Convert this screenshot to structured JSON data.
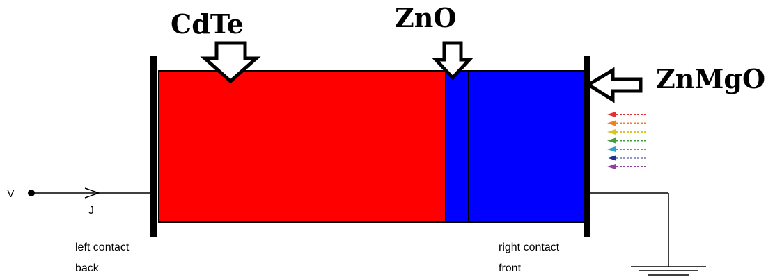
{
  "layers": [
    {
      "name": "CdTe",
      "color": "#ff0000"
    },
    {
      "name": "ZnO",
      "color": "#0000ff"
    },
    {
      "name": "ZnMgO",
      "color": "#0000ff"
    }
  ],
  "labels": {
    "cdte": "CdTe",
    "zno": "ZnO",
    "znmgo": "ZnMgO",
    "voltage": "V",
    "current": "J",
    "left_contact": "left contact",
    "left_side": "back",
    "right_contact": "right contact",
    "right_side": "front"
  },
  "colors": {
    "contact": "#000000",
    "light_rays": [
      "#e03030",
      "#f08020",
      "#d8c820",
      "#40a040",
      "#30a0d0",
      "#203090",
      "#9040a0"
    ]
  }
}
